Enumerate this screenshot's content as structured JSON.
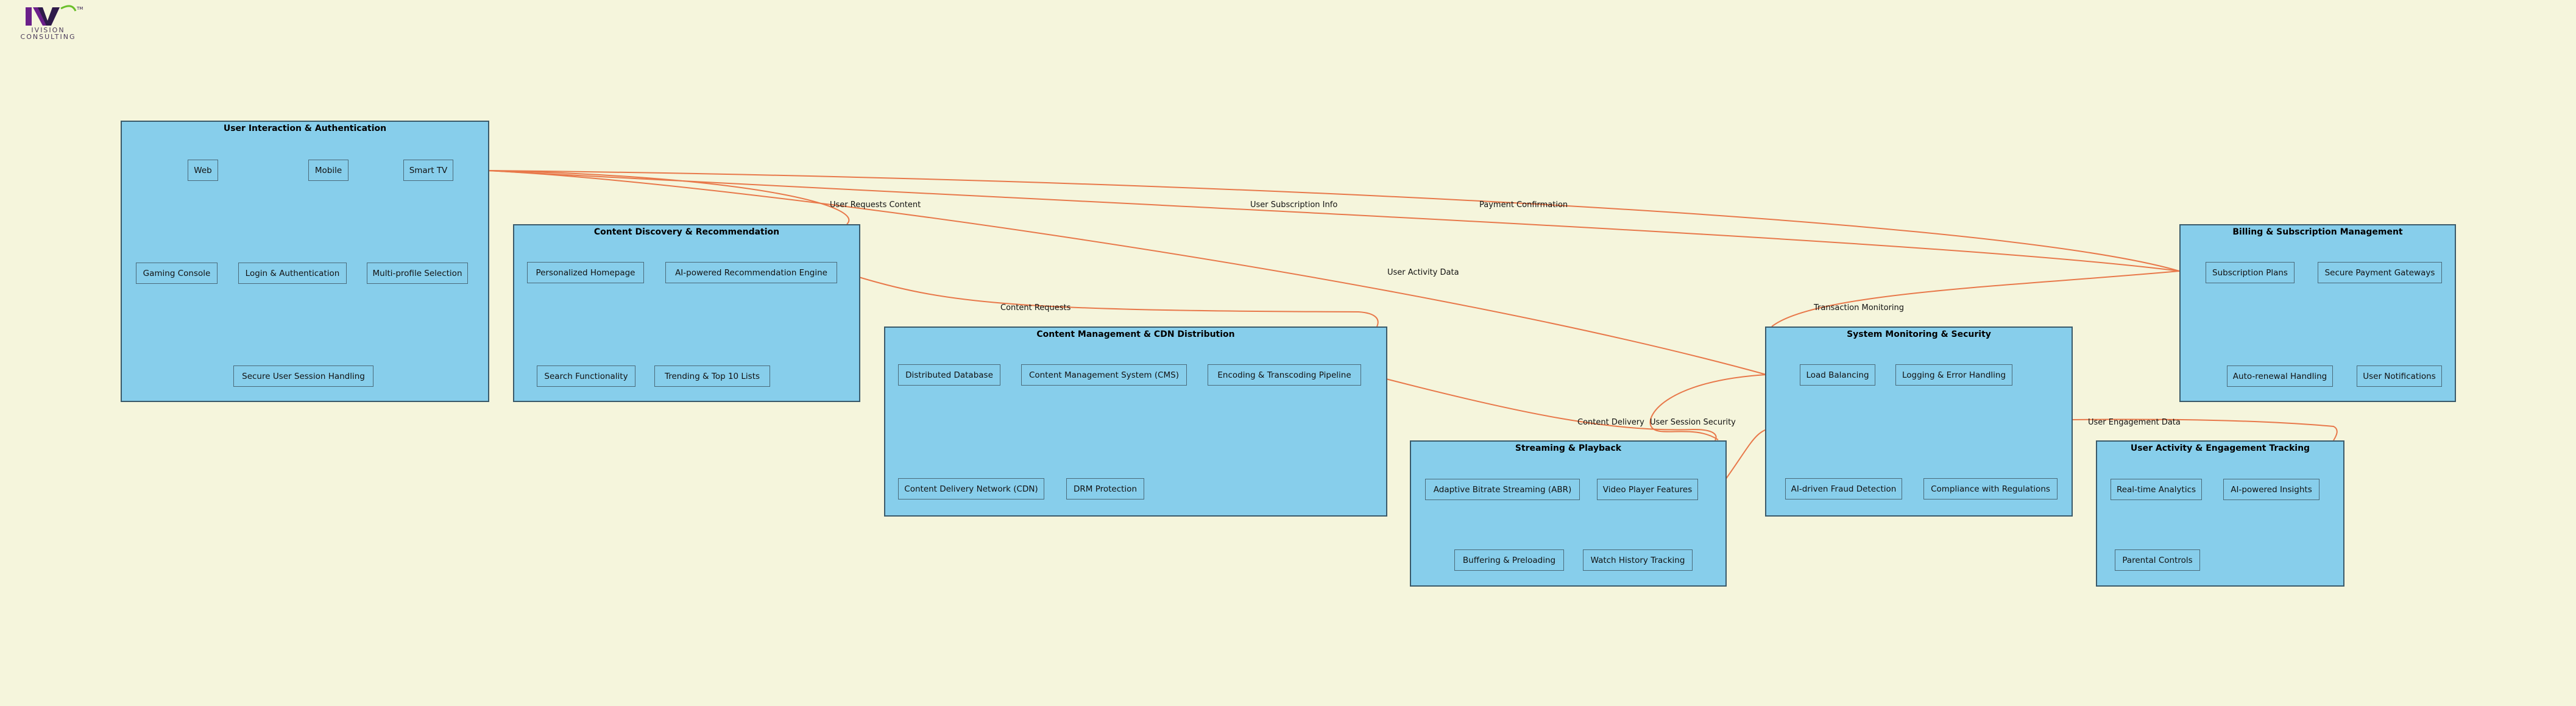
{
  "logo": {
    "line1": "IVISION",
    "line2": "CONSULTING",
    "colors": {
      "purple": "#6b1f8a",
      "dark": "#2e1a4a",
      "green": "#6abf2a"
    }
  },
  "colors": {
    "background": "#f5f5dc",
    "box_fill": "#87ceeb",
    "edge": "#e8784a"
  },
  "groups": {
    "user": {
      "title": "User Interaction & Authentication",
      "nodes": [
        "Web",
        "Mobile",
        "Smart TV",
        "Gaming Console",
        "Login & Authentication",
        "Multi-profile Selection",
        "Secure User Session Handling"
      ]
    },
    "discovery": {
      "title": "Content Discovery & Recommendation",
      "nodes": [
        "Personalized Homepage",
        "AI-powered Recommendation Engine",
        "Search Functionality",
        "Trending & Top 10 Lists"
      ]
    },
    "cdn": {
      "title": "Content Management & CDN Distribution",
      "nodes": [
        "Distributed Database",
        "Content Management System (CMS)",
        "Encoding & Transcoding Pipeline",
        "Content Delivery Network (CDN)",
        "DRM Protection"
      ]
    },
    "streaming": {
      "title": "Streaming & Playback",
      "nodes": [
        "Adaptive Bitrate Streaming (ABR)",
        "Video Player Features",
        "Buffering & Preloading",
        "Watch History Tracking"
      ]
    },
    "monitoring": {
      "title": "System Monitoring & Security",
      "nodes": [
        "Load Balancing",
        "Logging & Error Handling",
        "AI-driven Fraud Detection",
        "Compliance with Regulations"
      ]
    },
    "billing": {
      "title": "Billing & Subscription Management",
      "nodes": [
        "Subscription Plans",
        "Secure Payment Gateways",
        "Auto-renewal Handling",
        "User Notifications"
      ]
    },
    "activity": {
      "title": "User Activity & Engagement Tracking",
      "nodes": [
        "Real-time Analytics",
        "AI-powered Insights",
        "Parental Controls"
      ]
    }
  },
  "edges": {
    "user_requests_content": "User Requests Content",
    "user_subscription_info": "User Subscription Info",
    "payment_confirmation": "Payment Confirmation",
    "user_activity_data": "User Activity Data",
    "content_requests": "Content Requests",
    "transaction_monitoring": "Transaction Monitoring",
    "content_delivery": "Content Delivery",
    "user_session_security": "User Session Security",
    "user_engagement_data": "User Engagement Data"
  }
}
